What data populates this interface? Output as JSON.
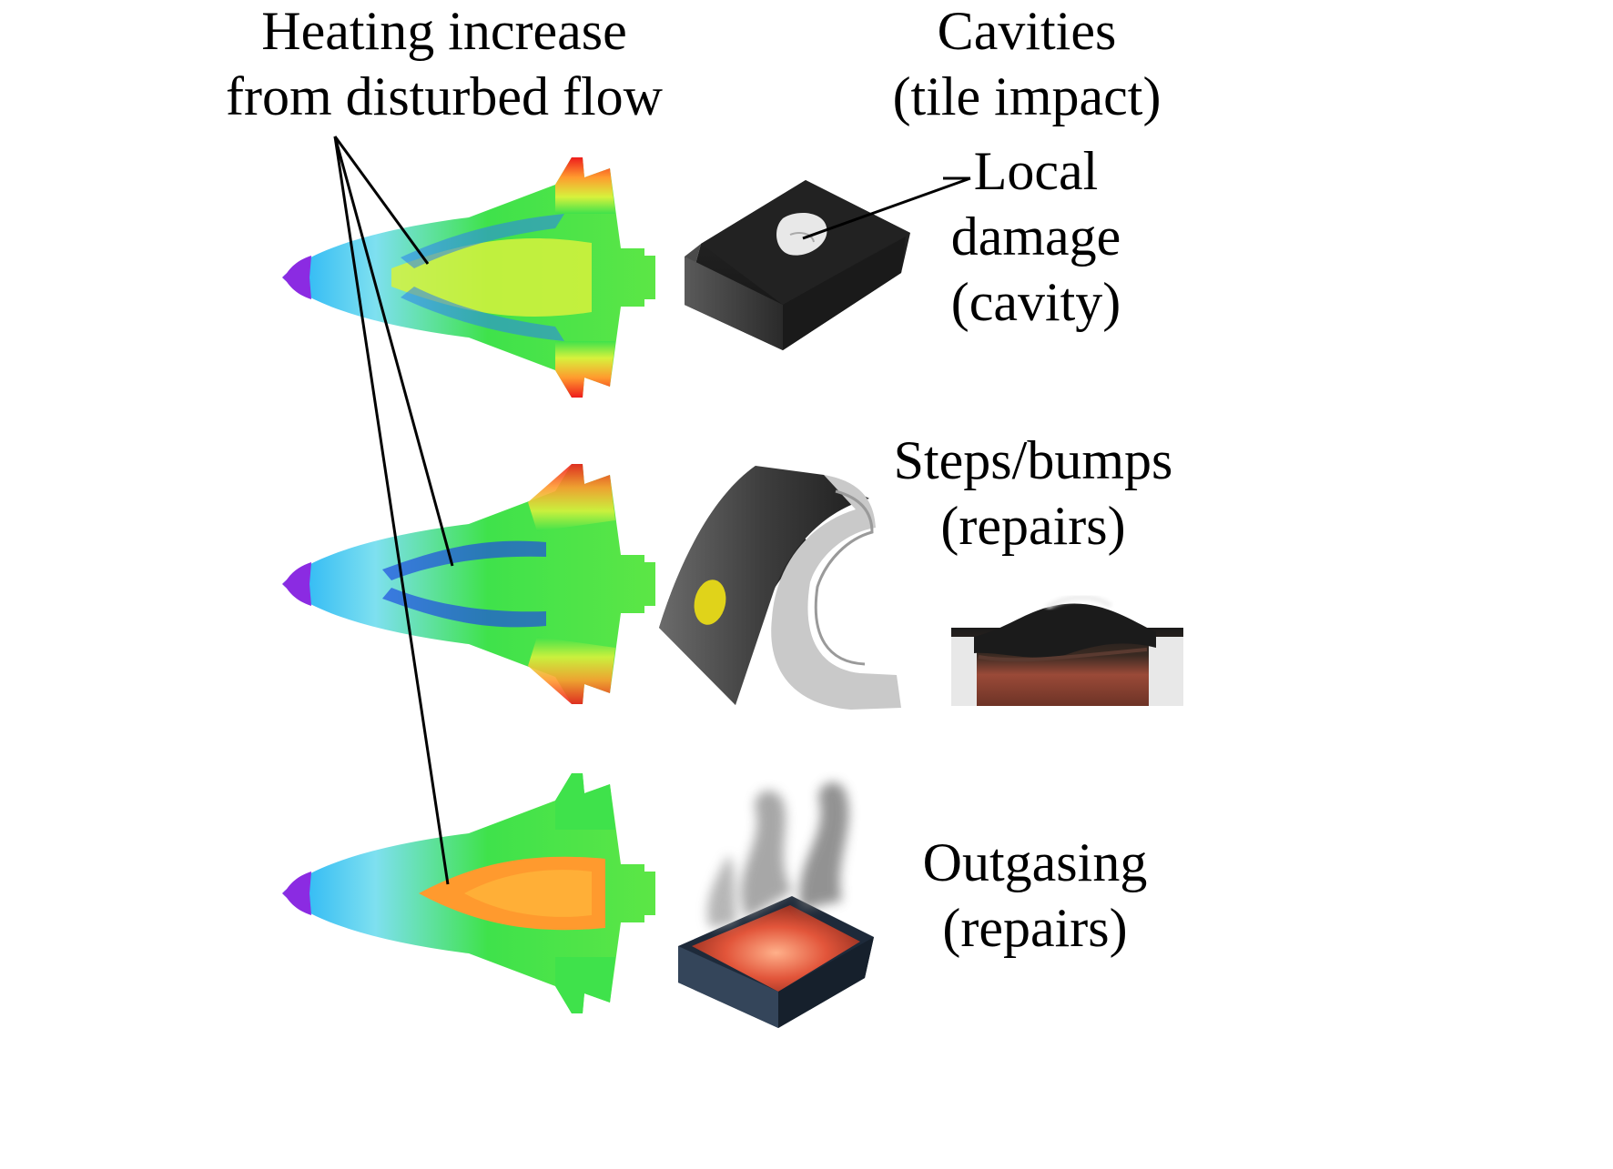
{
  "labels": {
    "heating": {
      "line1": "Heating increase",
      "line2": "from disturbed flow"
    },
    "cavities": {
      "line1": "Cavities",
      "line2": "(tile impact)"
    },
    "local_damage": {
      "line1": "Local",
      "line2": "damage",
      "line3": "(cavity)"
    },
    "steps": {
      "line1": "Steps/bumps",
      "line2": "(repairs)"
    },
    "outgasing": {
      "line1": "Outgasing",
      "line2": "(repairs)"
    }
  },
  "heat_colors": {
    "cold_edge": "#8b2be2",
    "cool": "#2ab7f5",
    "mild": "#3fe24b",
    "warm": "#d7f23c",
    "hot": "#ff9a2e",
    "hottest": "#ee1c1c"
  }
}
